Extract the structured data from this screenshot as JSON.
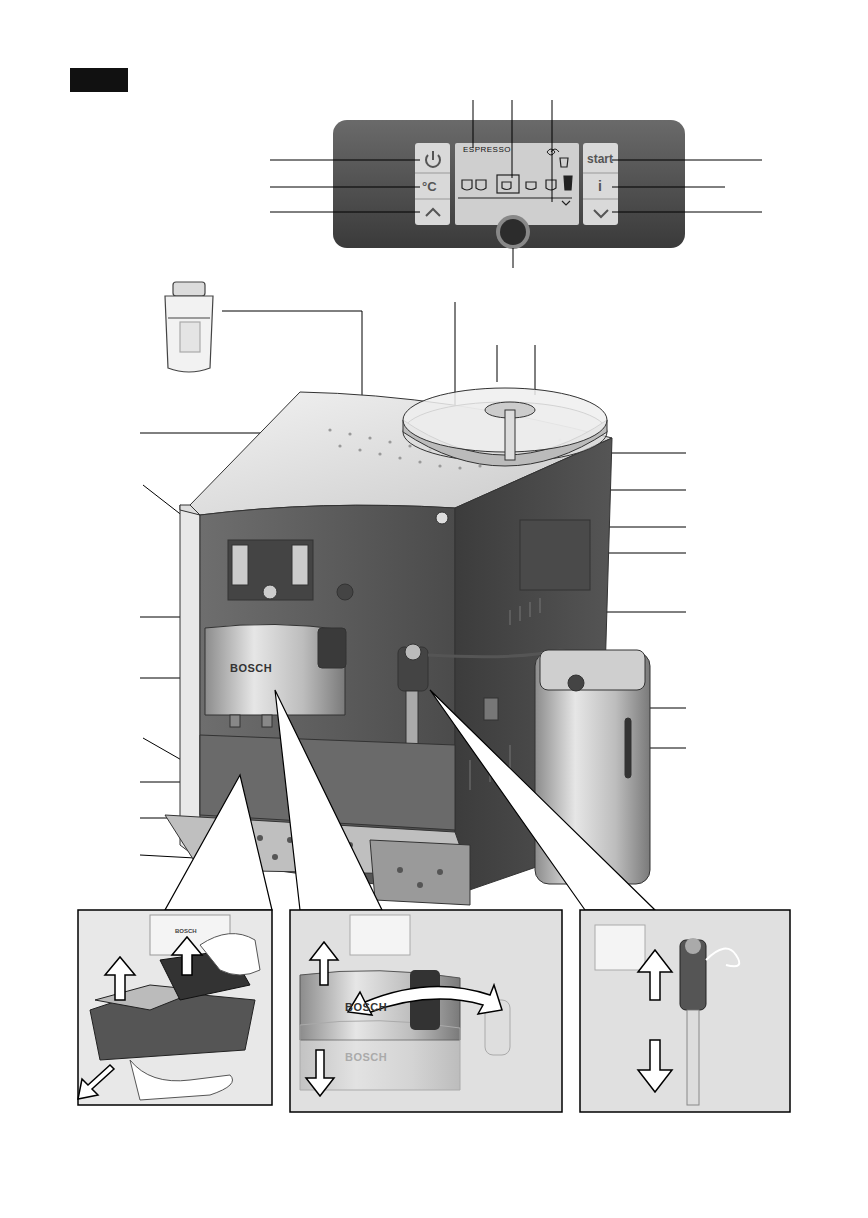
{
  "diagram": {
    "labels": [
      "ESPRESSO",
      "°C",
      "start",
      "i",
      "BOSCH",
      "BOSCH",
      "BOSCH",
      "BOSCH"
    ]
  }
}
